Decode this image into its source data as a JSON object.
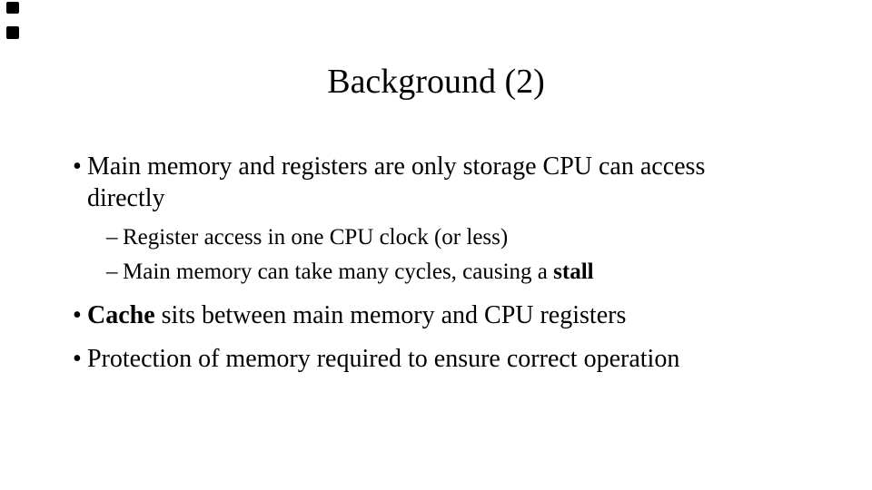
{
  "page": {
    "background_color": "#ffffff",
    "text_color": "#000000"
  },
  "decorations": {
    "top_left_marker_count": 2,
    "marker_color": "#000000"
  },
  "slide": {
    "title": "Background (2)",
    "bullet_glyph": "•",
    "sub_bullet_glyph": "–",
    "items": [
      {
        "level": 1,
        "lines": [
          [
            {
              "t": "Main memory and registers are only storage CPU can access"
            }
          ],
          [
            {
              "t": "directly"
            }
          ]
        ]
      },
      {
        "level": 2,
        "lines": [
          [
            {
              "t": "Register access in one CPU clock (or less)"
            }
          ]
        ]
      },
      {
        "level": 2,
        "lines": [
          [
            {
              "t": "Main memory can take many cycles, causing a "
            },
            {
              "t": "stall",
              "b": true
            }
          ]
        ]
      },
      {
        "level": 1,
        "lines": [
          [
            {
              "t": "Cache",
              "b": true
            },
            {
              "t": " sits between main memory and CPU registers"
            }
          ]
        ]
      },
      {
        "level": 1,
        "lines": [
          [
            {
              "t": "Protection of memory required to ensure correct operation"
            }
          ]
        ]
      }
    ]
  }
}
